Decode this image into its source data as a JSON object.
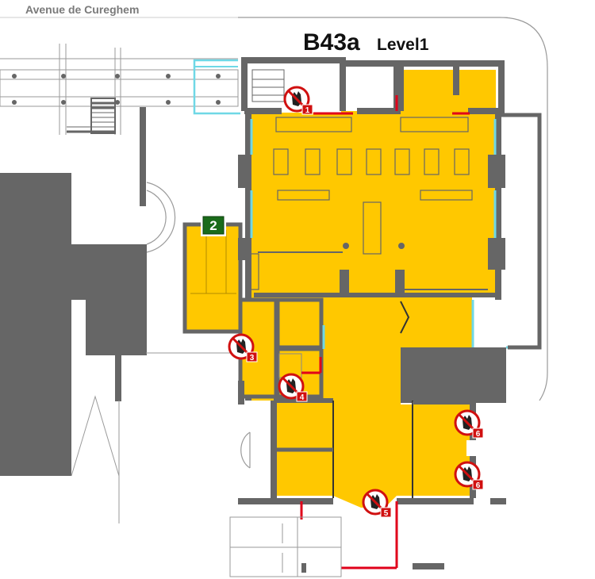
{
  "street_name": "Avenue de Cureghem",
  "building": {
    "code": "B43a",
    "level": "Level1"
  },
  "entrance": {
    "number": "2"
  },
  "no_entry_signs": [
    {
      "number": "1"
    },
    {
      "number": "3"
    },
    {
      "number": "4"
    },
    {
      "number": "5"
    },
    {
      "number": "6"
    },
    {
      "number": "6"
    }
  ],
  "colors": {
    "room_fill": "#ffc800",
    "wall": "#666666",
    "restricted_door": "#e0001a",
    "glass": "#6fd8e6",
    "entrance_badge": "#1a6b1a",
    "sign_red": "#d01010",
    "outline": "#9a9a9a"
  }
}
